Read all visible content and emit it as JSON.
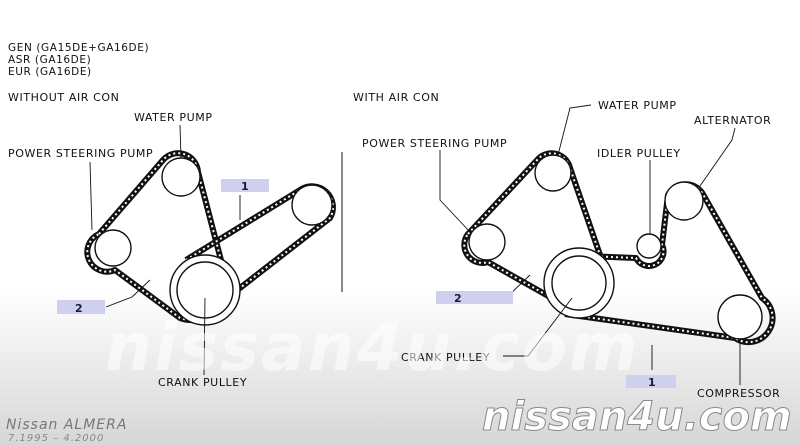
{
  "header": {
    "line1": "GEN (GA15DE+GA16DE)",
    "line2": "ASR (GA16DE)",
    "line3": "EUR (GA16DE)"
  },
  "left_diagram": {
    "title": "WITHOUT AIR CON",
    "water_pump": "WATER PUMP",
    "power_steering_pump": "POWER STEERING PUMP",
    "crank_pulley": "CRANK PULLEY",
    "belt_1_tag": "1",
    "belt_2_tag": "2"
  },
  "right_diagram": {
    "title": "WITH AIR CON",
    "water_pump": "WATER PUMP",
    "power_steering_pump": "POWER STEERING PUMP",
    "idler_pulley": "IDLER PULLEY",
    "alternator": "ALTERNATOR",
    "crank_pulley": "CRANK PULLEY",
    "compressor": "COMPRESSOR",
    "belt_1_tag": "1",
    "belt_2_tag": "2"
  },
  "footer": {
    "model": "Nissan  ALMERA",
    "years": "7.1995 – 4.2000",
    "watermark_center": "nissan4u.com",
    "watermark_corner": "nissan4u.com"
  },
  "colors": {
    "tag_fill": "#cfcfee",
    "line": "#111111"
  }
}
